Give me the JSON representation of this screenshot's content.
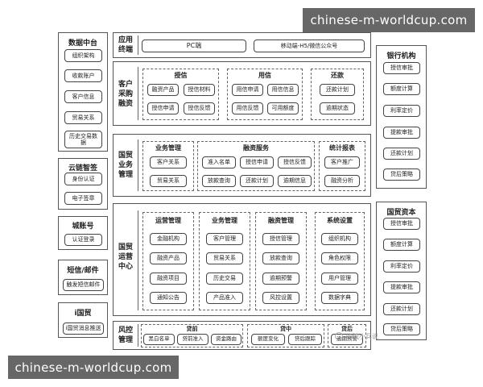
{
  "left": {
    "data_center": {
      "title": "数据中台",
      "items": [
        "组织架构",
        "收款账户",
        "客户信息",
        "贸易关系",
        "历史交易数\n据"
      ]
    },
    "cloud_sign": {
      "title": "云链智签",
      "items": [
        "身份认证",
        "电子签章"
      ]
    },
    "city_account": {
      "title": "城账号",
      "items": [
        "认证登录"
      ]
    },
    "sms": {
      "title": "短信/邮件",
      "items": [
        "触发短信邮件"
      ]
    },
    "itrade": {
      "title": "i国贸",
      "items": [
        "i国贸消息推送"
      ]
    }
  },
  "right": {
    "bank": {
      "title": "银行机构",
      "items": [
        "授信审批",
        "额度计算",
        "利率定价",
        "提款审批",
        "还款计划",
        "贷后策略"
      ]
    },
    "capital": {
      "title": "国贸资本",
      "items": [
        "授信审批",
        "额度计算",
        "利率定价",
        "提款审批",
        "还款计划",
        "贷后策略"
      ]
    }
  },
  "rows": {
    "terminal": {
      "label": "应用\n终端",
      "items": [
        "PC端",
        "移动端-H5/微信公众号"
      ]
    },
    "customer": {
      "label": "客户\n采购\n融资",
      "groups": [
        {
          "title": "授信",
          "items": [
            "融资产品",
            "授信材料",
            "授信申请",
            "授信反馈"
          ]
        },
        {
          "title": "用信",
          "items": [
            "用信申请",
            "用信信息",
            "用信反馈",
            "可用额度"
          ]
        },
        {
          "title": "还款",
          "items": [
            "还款计划",
            "逾期状态"
          ]
        }
      ]
    },
    "business": {
      "label": "国贸\n业务\n管理",
      "groups": [
        {
          "title": "业务管理",
          "items": [
            "客户关系",
            "贸易关系"
          ]
        },
        {
          "title": "融资服务",
          "items": [
            "准入名单",
            "授信申请",
            "授信反馈",
            "放款查询",
            "还款计划",
            "逾期信息"
          ]
        },
        {
          "title": "统计报表",
          "items": [
            "客户推广",
            "融资分析"
          ]
        }
      ]
    },
    "operation": {
      "label": "国贸\n运营\n中心",
      "groups": [
        {
          "title": "运营管理",
          "items": [
            "金融机构",
            "融资产品",
            "融资项目",
            "通知公告"
          ]
        },
        {
          "title": "业务管理",
          "items": [
            "客户管理",
            "贸易关系",
            "历史交易",
            "产品准入"
          ]
        },
        {
          "title": "融资管理",
          "items": [
            "授信管理",
            "放款查询",
            "逾期预警",
            "风控设置"
          ]
        },
        {
          "title": "系统设置",
          "items": [
            "组织机构",
            "角色权限",
            "用户管理",
            "数据字典"
          ]
        }
      ]
    },
    "risk": {
      "label": "风控\n管理",
      "groups": [
        {
          "title": "贷前",
          "items": [
            "黑白名单",
            "贷前准入",
            "资金路由"
          ]
        },
        {
          "title": "贷中",
          "items": [
            "额度变化",
            "贷后跟踪"
          ]
        },
        {
          "title": "贷后",
          "items": [
            "逾期预警"
          ]
        }
      ]
    }
  },
  "watermarks": {
    "top": "chinese-m-worldcup.com",
    "bottom": "chinese-m-worldcup.com",
    "corner": "物流小兵说"
  }
}
